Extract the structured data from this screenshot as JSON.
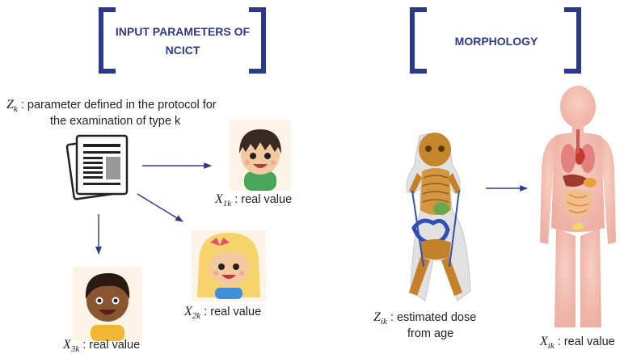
{
  "left_section": {
    "title_line1": "INPUT PARAMETERS OF",
    "title_line2": "NCICT"
  },
  "right_section": {
    "title": "MORPHOLOGY"
  },
  "protocol": {
    "var": "Z",
    "sub": "k",
    "line1": " : parameter defined in the protocol for",
    "line2": "the examination of type k"
  },
  "child1": {
    "var": "X",
    "sub": "1k",
    "text": " : real value"
  },
  "child2": {
    "var": "X",
    "sub": "2k",
    "text": " : real value"
  },
  "child3": {
    "var": "X",
    "sub": "3k",
    "text": " : real value"
  },
  "phantom": {
    "var": "Z",
    "sub": "ik",
    "line1": " : estimated dose",
    "line2": "from age"
  },
  "body": {
    "var": "X",
    "sub": "ik",
    "text": " : real value"
  },
  "colors": {
    "bracket": "#2b3a8f",
    "arrow": "#2b3a8f",
    "title": "#2b3a8f"
  }
}
